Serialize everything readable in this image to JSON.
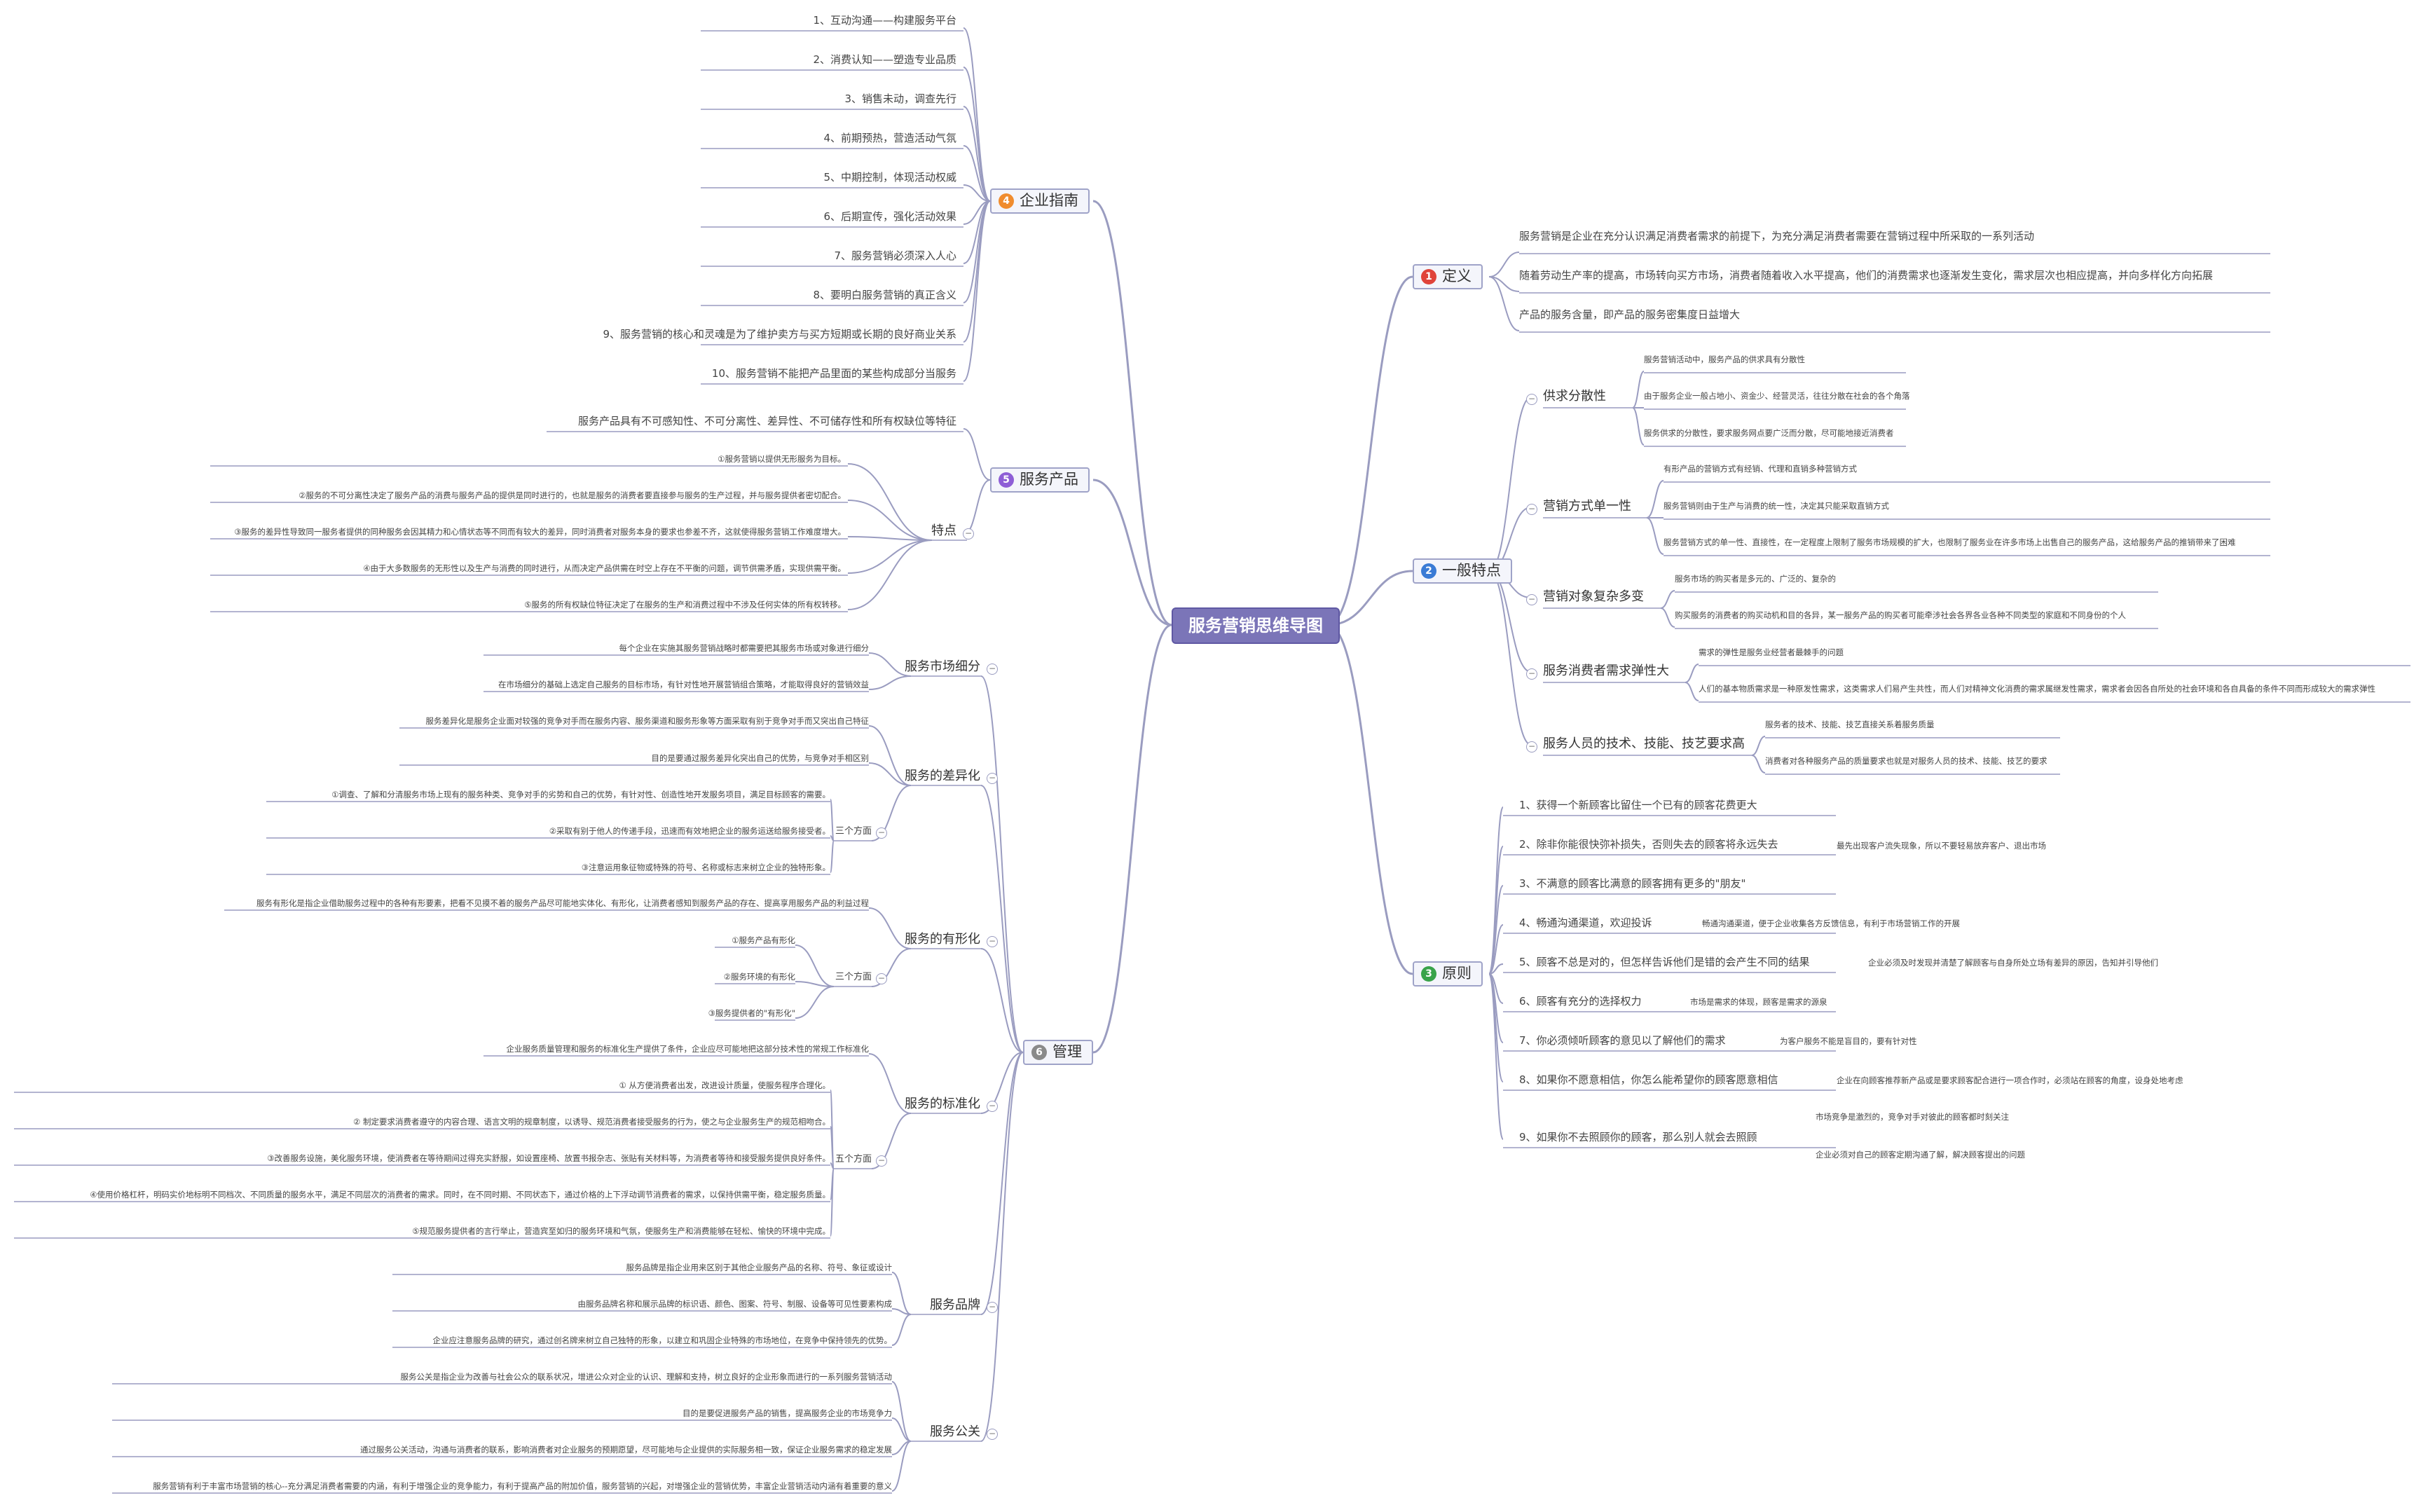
{
  "root": "服务营销思维导图",
  "definition": {
    "num": "1",
    "label": "定义",
    "items": [
      "服务营销是企业在充分认识满足消费者需求的前提下，为充分满足消费者需要在营销过程中所采取的一系列活动",
      "随着劳动生产率的提高，市场转向买方市场，消费者随着收入水平提高，他们的消费需求也逐渐发生变化，需求层次也相应提高，并向多样化方向拓展",
      "产品的服务含量，即产品的服务密集度日益增大"
    ]
  },
  "features": {
    "num": "2",
    "label": "一般特点",
    "subs": [
      {
        "label": "供求分散性",
        "items": [
          "服务营销活动中，服务产品的供求具有分散性",
          "由于服务企业一般占地小、资金少、经营灵活，往往分散在社会的各个角落",
          "服务供求的分散性，要求服务网点要广泛而分散，尽可能地接近消费者"
        ]
      },
      {
        "label": "营销方式单一性",
        "items": [
          "有形产品的营销方式有经销、代理和直销多种营销方式",
          "服务营销则由于生产与消费的统一性，决定其只能采取直销方式",
          "服务营销方式的单一性、直接性，在一定程度上限制了服务市场规模的扩大，也限制了服务业在许多市场上出售自己的服务产品，这给服务产品的推销带来了困难"
        ]
      },
      {
        "label": "营销对象复杂多变",
        "items": [
          "服务市场的购买者是多元的、广泛的、复杂的",
          "购买服务的消费者的购买动机和目的各异，某一服务产品的购买者可能牵涉社会各界各业各种不同类型的家庭和不同身份的个人"
        ]
      },
      {
        "label": "服务消费者需求弹性大",
        "items": [
          "需求的弹性是服务业经营者最棘手的问题",
          "人们的基本物质需求是一种原发性需求，这类需求人们易产生共性，而人们对精神文化消费的需求属继发性需求，需求者会因各自所处的社会环境和各自具备的条件不同而形成较大的需求弹性"
        ]
      },
      {
        "label": "服务人员的技术、技能、技艺要求高",
        "items": [
          "服务者的技术、技能、技艺直接关系着服务质量",
          "消费者对各种服务产品的质量要求也就是对服务人员的技术、技能、技艺的要求"
        ]
      }
    ]
  },
  "principles": {
    "num": "3",
    "label": "原则",
    "items": [
      {
        "label": "1、获得一个新顾客比留住一个已有的顾客花费更大",
        "notes": []
      },
      {
        "label": "2、除非你能很快弥补损失，否则失去的顾客将永远失去",
        "notes": [
          "最先出现客户流失现象，所以不要轻易放弃客户、退出市场"
        ]
      },
      {
        "label": "3、不满意的顾客比满意的顾客拥有更多的\"朋友\"",
        "notes": []
      },
      {
        "label": "4、畅通沟通渠道，欢迎投诉",
        "notes": [
          "畅通沟通渠道，便于企业收集各方反馈信息，有利于市场营销工作的开展"
        ]
      },
      {
        "label": "5、顾客不总是对的，但怎样告诉他们是错的会产生不同的结果",
        "notes": [
          "企业必须及时发现并清楚了解顾客与自身所处立场有差异的原因，告知并引导他们"
        ]
      },
      {
        "label": "6、顾客有充分的选择权力",
        "notes": [
          "市场是需求的体现，顾客是需求的源泉"
        ]
      },
      {
        "label": "7、你必须倾听顾客的意见以了解他们的需求",
        "notes": [
          "为客户服务不能是盲目的，要有针对性"
        ]
      },
      {
        "label": "8、如果你不愿意相信，你怎么能希望你的顾客愿意相信",
        "notes": [
          "企业在向顾客推荐新产品或是要求顾客配合进行一项合作时，必须站在顾客的角度，设身处地考虑"
        ]
      },
      {
        "label": "9、如果你不去照顾你的顾客，那么别人就会去照顾",
        "notes": [
          "市场竞争是激烈的，竞争对手对彼此的顾客都时刻关注",
          "企业必须对自己的顾客定期沟通了解，解决顾客提出的问题"
        ]
      }
    ]
  },
  "guide": {
    "num": "4",
    "label": "企业指南",
    "items": [
      "1、互动沟通——构建服务平台",
      "2、消费认知——塑造专业品质",
      "3、销售未动，调查先行",
      "4、前期预热，营造活动气氛",
      "5、中期控制，体现活动权威",
      "6、后期宣传，强化活动效果",
      "7、服务营销必须深入人心",
      "8、要明白服务营销的真正含义",
      "9、服务营销的核心和灵魂是为了维护卖方与买方短期或长期的良好商业关系",
      "10、服务营销不能把产品里面的某些构成部分当服务"
    ]
  },
  "product": {
    "num": "5",
    "label": "服务产品",
    "intro": "服务产品具有不可感知性、不可分离性、差异性、不可储存性和所有权缺位等特征",
    "sub_label": "特点",
    "items": [
      "①服务营销以提供无形服务为目标。",
      "②服务的不可分离性决定了服务产品的消费与服务产品的提供是同时进行的，也就是服务的消费者要直接参与服务的生产过程，并与服务提供者密切配合。",
      "③服务的差异性导致同一服务者提供的同种服务会因其精力和心情状态等不同而有较大的差异，同时消费者对服务本身的要求也参差不齐，这就使得服务营销工作难度增大。",
      "④由于大多数服务的无形性以及生产与消费的同时进行，从而决定产品供需在时空上存在不平衡的问题，调节供需矛盾，实现供需平衡。",
      "⑤服务的所有权缺位特征决定了在服务的生产和消费过程中不涉及任何实体的所有权转移。"
    ]
  },
  "management": {
    "num": "6",
    "label": "管理",
    "subs": [
      {
        "label": "服务市场细分",
        "items": [
          "每个企业在实施其服务营销战略时都需要把其服务市场或对象进行细分",
          "在市场细分的基础上选定自己服务的目标市场，有针对性地开展营销组合策略，才能取得良好的营销效益"
        ]
      },
      {
        "label": "服务的差异化",
        "items": [
          "服务差异化是服务企业面对较强的竞争对手而在服务内容、服务渠道和服务形象等方面采取有别于竞争对手而又突出自己特征",
          "目的是要通过服务差异化突出自己的优势，与竞争对手相区别"
        ],
        "group_label": "三个方面",
        "group": [
          "①调查、了解和分清服务市场上现有的服务种类、竞争对手的劣势和自己的优势，有针对性、创造性地开发服务项目，满足目标顾客的需要。",
          "②采取有别于他人的传递手段，迅速而有效地把企业的服务运送给服务接受者。",
          "③注意运用象征物或特殊的符号、名称或标志来树立企业的独特形象。"
        ]
      },
      {
        "label": "服务的有形化",
        "items": [
          "服务有形化是指企业借助服务过程中的各种有形要素，把看不见摸不着的服务产品尽可能地实体化、有形化，让消费者感知到服务产品的存在、提高享用服务产品的利益过程"
        ],
        "group_label": "三个方面",
        "group": [
          "①服务产品有形化",
          "②服务环境的有形化",
          "③服务提供者的\"有形化\""
        ]
      },
      {
        "label": "服务的标准化",
        "items": [
          "企业服务质量管理和服务的标准化生产提供了条件，企业应尽可能地把这部分技术性的常规工作标准化"
        ],
        "group_label": "五个方面",
        "group": [
          "① 从方便消费者出发，改进设计质量，使服务程序合理化。",
          "② 制定要求消费者遵守的内容合理、语言文明的规章制度，以诱导、规范消费者接受服务的行为，使之与企业服务生产的规范相吻合。",
          "③改善服务设施，美化服务环境，使消费者在等待期间过得充实舒服，如设置座椅、放置书报杂志、张贴有关材料等，为消费者等待和接受服务提供良好条件。",
          "④使用价格杠杆，明码实价地标明不同档次、不同质量的服务水平，满足不同层次的消费者的需求。同时，在不同时期、不同状态下，通过价格的上下浮动调节消费者的需求，以保持供需平衡，稳定服务质量。",
          "⑤规范服务提供者的言行举止，营造宾至如归的服务环境和气氛，使服务生产和消费能够在轻松、愉快的环境中完成。"
        ]
      },
      {
        "label": "服务品牌",
        "items": [
          "服务品牌是指企业用来区别于其他企业服务产品的名称、符号、象征或设计",
          "由服务品牌名称和展示品牌的标识语、颜色、图案、符号、制服、设备等可见性要素构成",
          "企业应注意服务品牌的研究，通过创名牌来树立自己独特的形象，以建立和巩固企业特殊的市场地位，在竞争中保持领先的优势。"
        ]
      },
      {
        "label": "服务公关",
        "items": [
          "服务公关是指企业为改善与社会公众的联系状况，增进公众对企业的认识、理解和支持，树立良好的企业形象而进行的一系列服务营销活动",
          "目的是要促进服务产品的销售，提高服务企业的市场竞争力",
          "通过服务公关活动，沟通与消费者的联系，影响消费者对企业服务的预期愿望，尽可能地与企业提供的实际服务相一致，保证企业服务需求的稳定发展",
          "服务营销有利于丰富市场营销的核心--充分满足消费者需要的内涵，有利于增强企业的竞争能力，有利于提高产品的附加价值，服务营销的兴起，对增强企业的营销优势，丰富企业营销活动内涵有着重要的意义"
        ]
      }
    ]
  },
  "colors": {
    "badge1": "#e0443a",
    "badge2": "#3a7bd5",
    "badge3": "#39a34a",
    "badge4": "#f08c2e",
    "badge5": "#8e5ed6",
    "badge6": "#8a8a8a",
    "line": "#9a9cc0"
  }
}
